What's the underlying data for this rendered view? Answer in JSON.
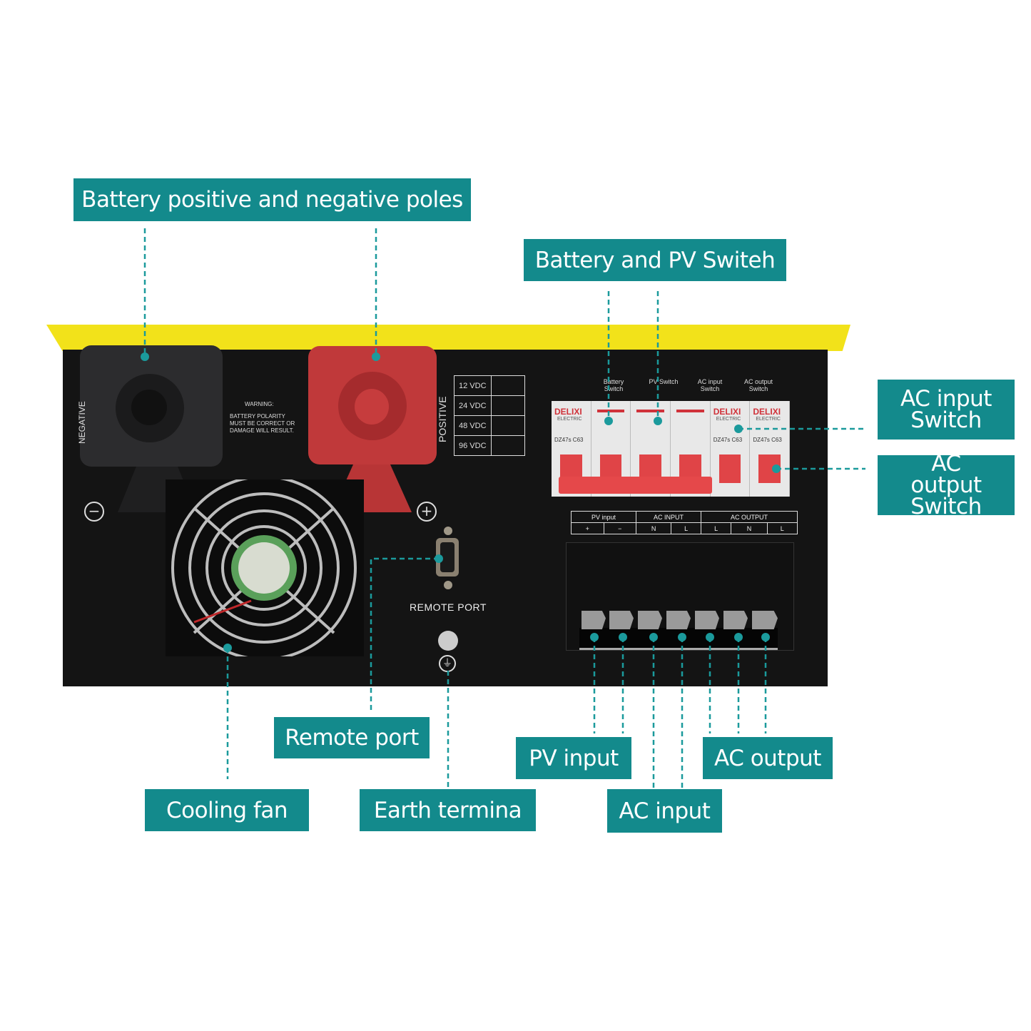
{
  "callouts": {
    "battery_poles": "Battery positive and negative poles",
    "battery_pv_switch": "Battery and PV Switeh",
    "ac_input_switch": "AC input Switch",
    "ac_output_switch": "AC output Switch",
    "remote_port": "Remote port",
    "cooling_fan": "Cooling fan",
    "earth_terminal": "Earth termina",
    "pv_input": "PV input",
    "ac_input": "AC input",
    "ac_output": "AC output"
  },
  "device": {
    "negative_label": "NEGATIVE",
    "positive_label": "POSITIVE",
    "warning_title": "WARNING:",
    "warning_text": "BATTERY POLARITY MUST BE CORRECT OR DAMAGE WILL RESULT.",
    "voltages": [
      "12 VDC",
      "24 VDC",
      "48 VDC",
      "96 VDC"
    ],
    "breaker_labels": [
      "Battery Switch",
      "PV Switch",
      "AC input Switch",
      "AC output Switch"
    ],
    "breaker_brand": "DELIXI",
    "breaker_sub": "ELECTRIC",
    "breaker_model": "DZ47s C63",
    "terminal_groups": [
      "PV input",
      "AC INPUT",
      "AC OUTPUT"
    ],
    "terminal_pins": [
      "+",
      "−",
      "N",
      "L",
      "L",
      "N",
      "L"
    ],
    "remote_port_label": "REMOTE PORT",
    "minus_symbol": "−",
    "plus_symbol": "+"
  },
  "colors": {
    "accent": "#138a8c",
    "lid": "#f2e21a",
    "panel": "#141414"
  }
}
